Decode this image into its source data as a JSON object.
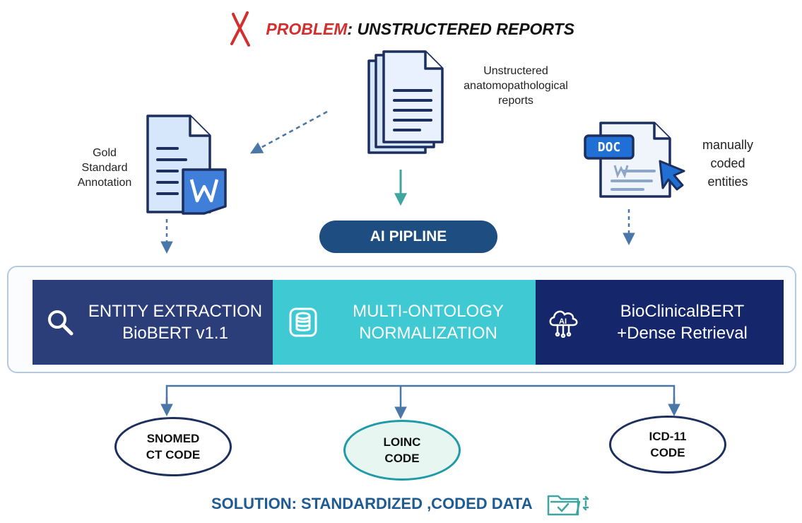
{
  "header": {
    "problem_label": "PROBLEM",
    "problem_text": ": UNSTRUCTERED REPORTS"
  },
  "inputs": {
    "gold": "Gold\nStandard\nAnnotation",
    "unstructured": "Unstructered\nanatomopathological\nreports",
    "manual": "manually\ncoded\nentities",
    "doc_badge": "DOC"
  },
  "pipeline": {
    "label": "AI PIPLINE",
    "stages": [
      {
        "label": "ENTITY EXTRACTION\nBioBERT v1.1",
        "icon": "search-icon",
        "color": "#2c3e7a"
      },
      {
        "label": "MULTI-ONTOLOGY\nNORMALIZATION",
        "icon": "database-icon",
        "color": "#3ec9d3"
      },
      {
        "label": "BioClinicalBERT\n+Dense Retrieval",
        "icon": "ai-cloud-icon",
        "color": "#15266a"
      }
    ]
  },
  "outputs": [
    {
      "label": "SNOMED\nCT CODE"
    },
    {
      "label": "LOINC\nCODE"
    },
    {
      "label": "ICD-11\nCODE"
    }
  ],
  "solution": {
    "label": "SOLUTION: STANDARDIZED ,CODED DATA",
    "icon": "folder-check-icon"
  },
  "colors": {
    "accent": "#1e4d82",
    "problem": "#d32f2f",
    "arrow": "#4a76a8",
    "teal": "#3ec9d3",
    "navy": "#15266a"
  }
}
